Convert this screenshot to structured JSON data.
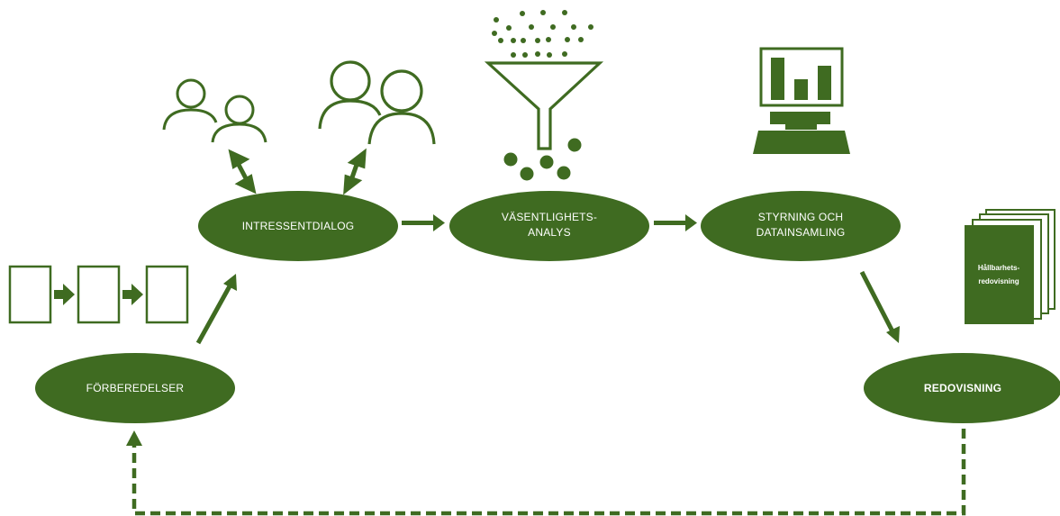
{
  "colors": {
    "primary": "#3f6b21",
    "background": "#ffffff"
  },
  "nodes": {
    "forberedelser": "FÖRBEREDELSER",
    "intressentdialog": "INTRESSENTDIALOG",
    "vasentlighet_line1": "VÄSENTLIGHETS-",
    "vasentlighet_line2": "ANALYS",
    "styrning_line1": "STYRNING OCH",
    "styrning_line2": "DATAINSAMLING",
    "redovisning": "REDOVISNING"
  },
  "report": {
    "line1": "Hållbarhets-",
    "line2": "redovisning"
  },
  "icons": [
    "process-steps-icon",
    "people-small-icon",
    "people-large-icon",
    "funnel-icon",
    "computer-chart-icon",
    "report-stack-icon"
  ]
}
